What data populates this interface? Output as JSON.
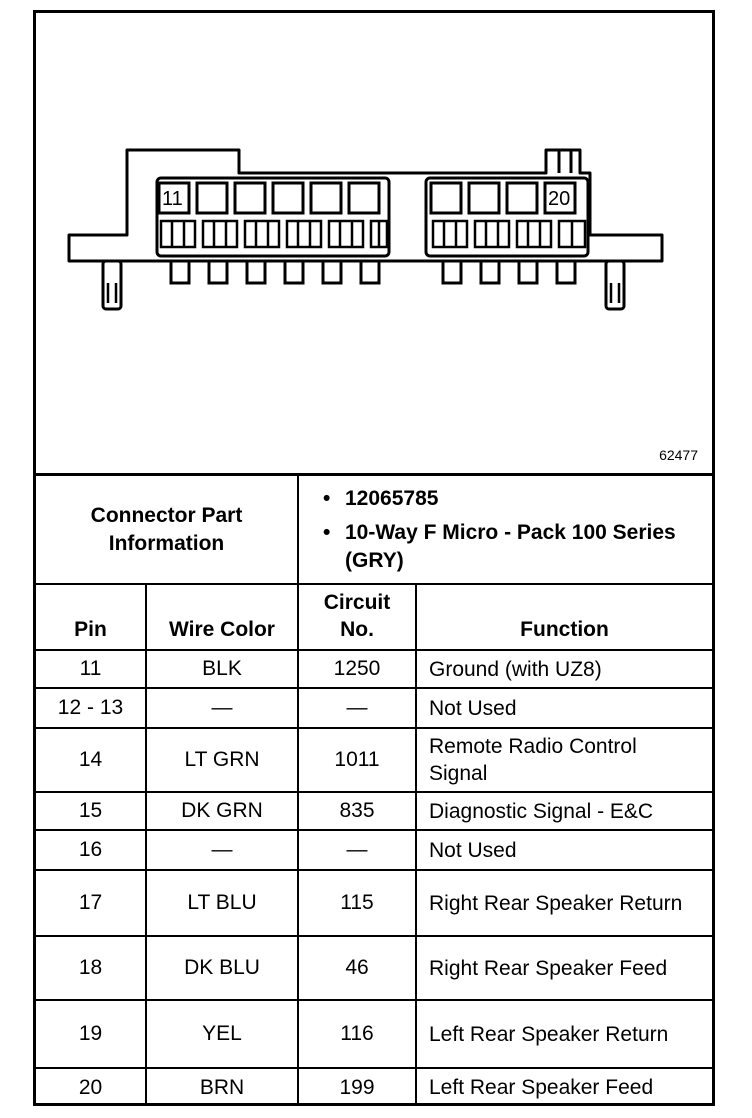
{
  "figure": {
    "number": "62477",
    "pin_labels": {
      "left": "11",
      "right": "20"
    }
  },
  "connector_info": {
    "label": "Connector Part Information",
    "label_line1": "Connector Part",
    "label_line2": "Information",
    "items": [
      "12065785",
      "10-Way F Micro - Pack 100 Series (GRY)"
    ]
  },
  "table": {
    "headers": {
      "pin": "Pin",
      "wire_color": "Wire Color",
      "circuit_line1": "Circuit",
      "circuit_line2": "No.",
      "function": "Function"
    },
    "rows": [
      {
        "pin": "11",
        "wire": "BLK",
        "circuit": "1250",
        "function": "Ground (with UZ8)"
      },
      {
        "pin": "12 - 13",
        "wire": "—",
        "circuit": "—",
        "function": "Not Used"
      },
      {
        "pin": "14",
        "wire": "LT GRN",
        "circuit": "1011",
        "function": "Remote Radio Control Signal"
      },
      {
        "pin": "15",
        "wire": "DK GRN",
        "circuit": "835",
        "function": "Diagnostic Signal - E&C"
      },
      {
        "pin": "16",
        "wire": "—",
        "circuit": "—",
        "function": "Not Used"
      },
      {
        "pin": "17",
        "wire": "LT BLU",
        "circuit": "115",
        "function": "Right Rear Speaker Return"
      },
      {
        "pin": "18",
        "wire": "DK BLU",
        "circuit": "46",
        "function": "Right Rear Speaker Feed"
      },
      {
        "pin": "19",
        "wire": "YEL",
        "circuit": "116",
        "function": "Left Rear Speaker Return"
      },
      {
        "pin": "20",
        "wire": "BRN",
        "circuit": "199",
        "function": "Left Rear Speaker Feed"
      }
    ]
  }
}
